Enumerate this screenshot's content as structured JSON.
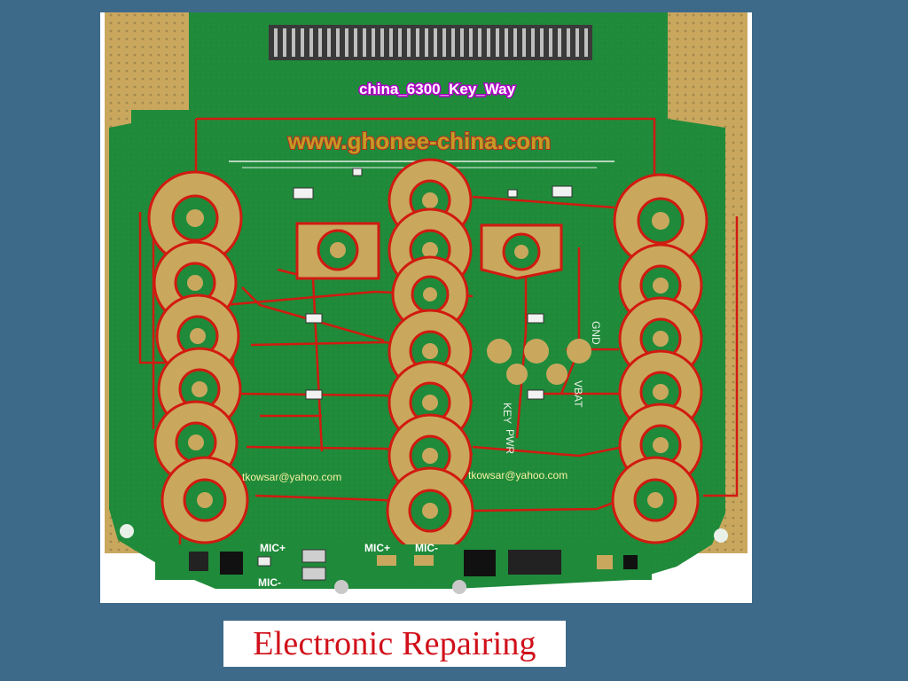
{
  "slide": {
    "background_color": "#3e6a8a",
    "caption": "Electronic Repairing",
    "caption_color": "#d0101a"
  },
  "photo": {
    "subject": "mobile phone keypad PCB with traced key lines",
    "board_title": "china_6300_Key_Way",
    "website": "www.ghonee-china.com",
    "email_left": "tkowsar@yahoo.com",
    "email_right": "tkowsar@yahoo.com",
    "mic_label_1": "MIC+",
    "mic_label_2": "MIC-",
    "mic_label_3": "MIC+",
    "mic_label_4": "MIC-",
    "pad_label_1": "KEY",
    "pad_label_2": "GND",
    "pad_label_3": "VBAT",
    "pad_label_4": "PWR",
    "board_color": "#1f8a3a",
    "trace_color": "#d11a10",
    "pad_color": "#c9a85e"
  }
}
